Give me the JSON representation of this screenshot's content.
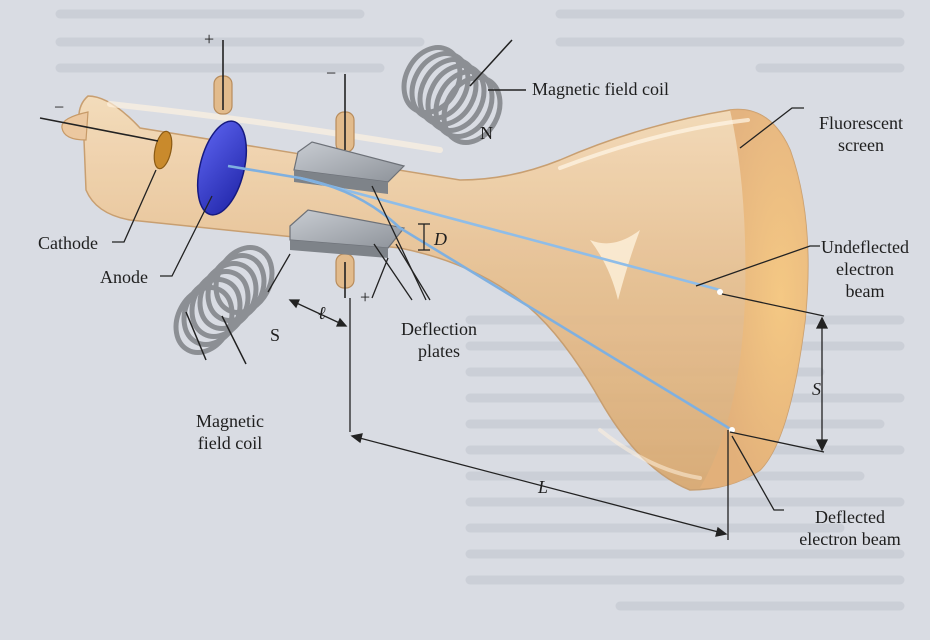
{
  "labels": {
    "magnetic_field_coil_top": "Magnetic field coil",
    "fluorescent_screen": [
      "Fluorescent",
      "screen"
    ],
    "north_pole": "N",
    "cathode": "Cathode",
    "anode": "Anode",
    "plate_gap": "D",
    "undeflected_beam": [
      "Undeflected",
      "electron",
      "beam"
    ],
    "plate_length": "ℓ",
    "deflection_plates": [
      "Deflection",
      "plates"
    ],
    "south_pole": "S",
    "magnetic_field_coil_bottom": [
      "Magnetic",
      "field coil"
    ],
    "beam_separation": "S",
    "distance_to_screen": "L",
    "deflected_beam": [
      "Deflected",
      "electron beam"
    ]
  },
  "polarity": {
    "anode_top": "+",
    "cathode_left": "−",
    "top_plate": "−",
    "bottom_plate": "+"
  },
  "colors": {
    "tube_glass": "#e9c498",
    "screen_glow": "#f3c27e",
    "anode_disc": "#3a3fd0",
    "cathode_disc": "#c98a2c",
    "electron_beam": "#7fb0e0",
    "plates": "#a9adb3",
    "coil_wire": "#8c8f94",
    "background_page": "#d9dce3"
  }
}
